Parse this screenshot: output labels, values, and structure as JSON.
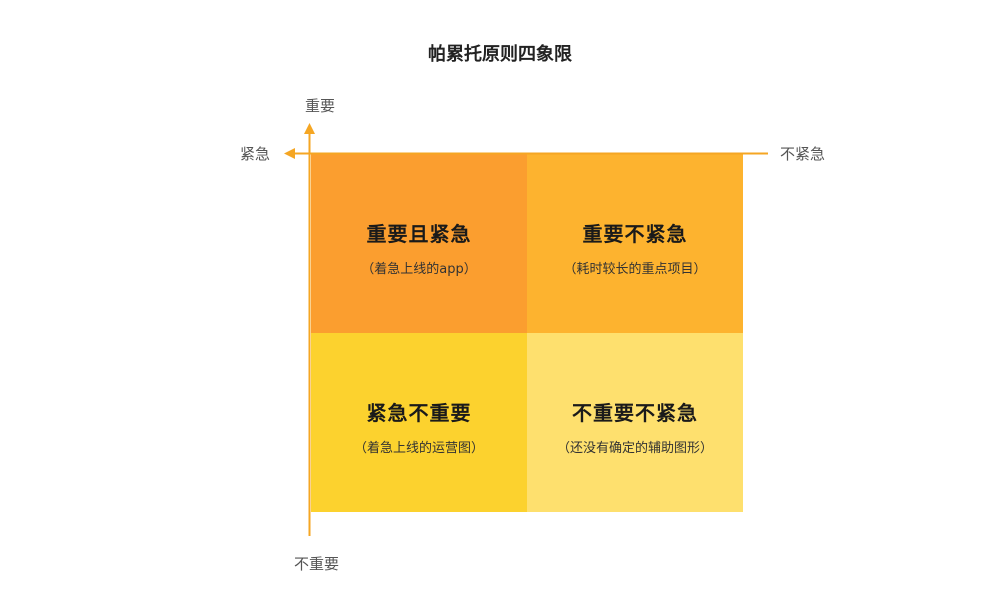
{
  "title": "帕累托原则四象限",
  "axes": {
    "top": "重要",
    "bottom": "不重要",
    "left": "紧急",
    "right": "不紧急",
    "color": "#F5A623"
  },
  "quadrants": [
    {
      "id": "tl",
      "title": "重要且紧急",
      "subtitle": "（着急上线的app）",
      "color": "#FB9E2F"
    },
    {
      "id": "tr",
      "title": "重要不紧急",
      "subtitle": "（耗时较长的重点项目）",
      "color": "#FDB32F"
    },
    {
      "id": "bl",
      "title": "紧急不重要",
      "subtitle": "（着急上线的运营图）",
      "color": "#FCD22E"
    },
    {
      "id": "br",
      "title": "不重要不紧急",
      "subtitle": "（还没有确定的辅助图形）",
      "color": "#FEE06E"
    }
  ]
}
